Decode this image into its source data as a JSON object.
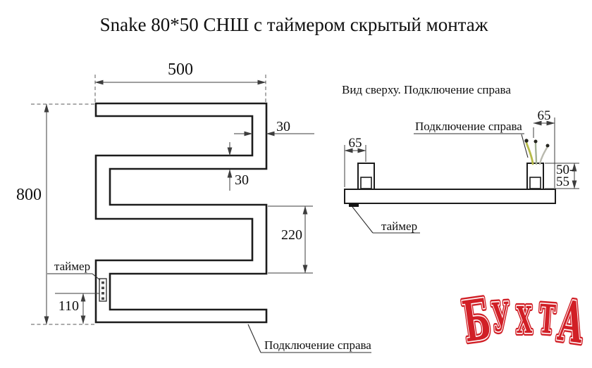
{
  "title": "Snake 80*50 СНШ с таймером скрытый монтаж",
  "front_view": {
    "width_mm": "500",
    "height_mm": "800",
    "tube_width_mm": "30",
    "tube_height_mm": "30",
    "loop_gap_mm": "220",
    "timer_offset_mm": "110",
    "timer_label": "таймер",
    "connection_label": "Подключение справа"
  },
  "top_view": {
    "heading": "Вид сверху. Подключение справа",
    "connection_label": "Подключение справа",
    "timer_label": "таймер",
    "left_bracket_offset_mm": "65",
    "right_bracket_offset_mm": "65",
    "wall_distance_line1": "50-",
    "wall_distance_line2": "55"
  },
  "logo": {
    "text": "БУХТА",
    "letters": [
      "Б",
      "У",
      "Х",
      "Т",
      "А"
    ],
    "color": "#d11f26"
  },
  "colors": {
    "line": "#1c1c1c",
    "dimension": "#3d3d3d",
    "wire_yellow_green": "#b6ba47",
    "wire_green_gray": "#a3b096",
    "wire_gray": "#b9b9ae"
  }
}
